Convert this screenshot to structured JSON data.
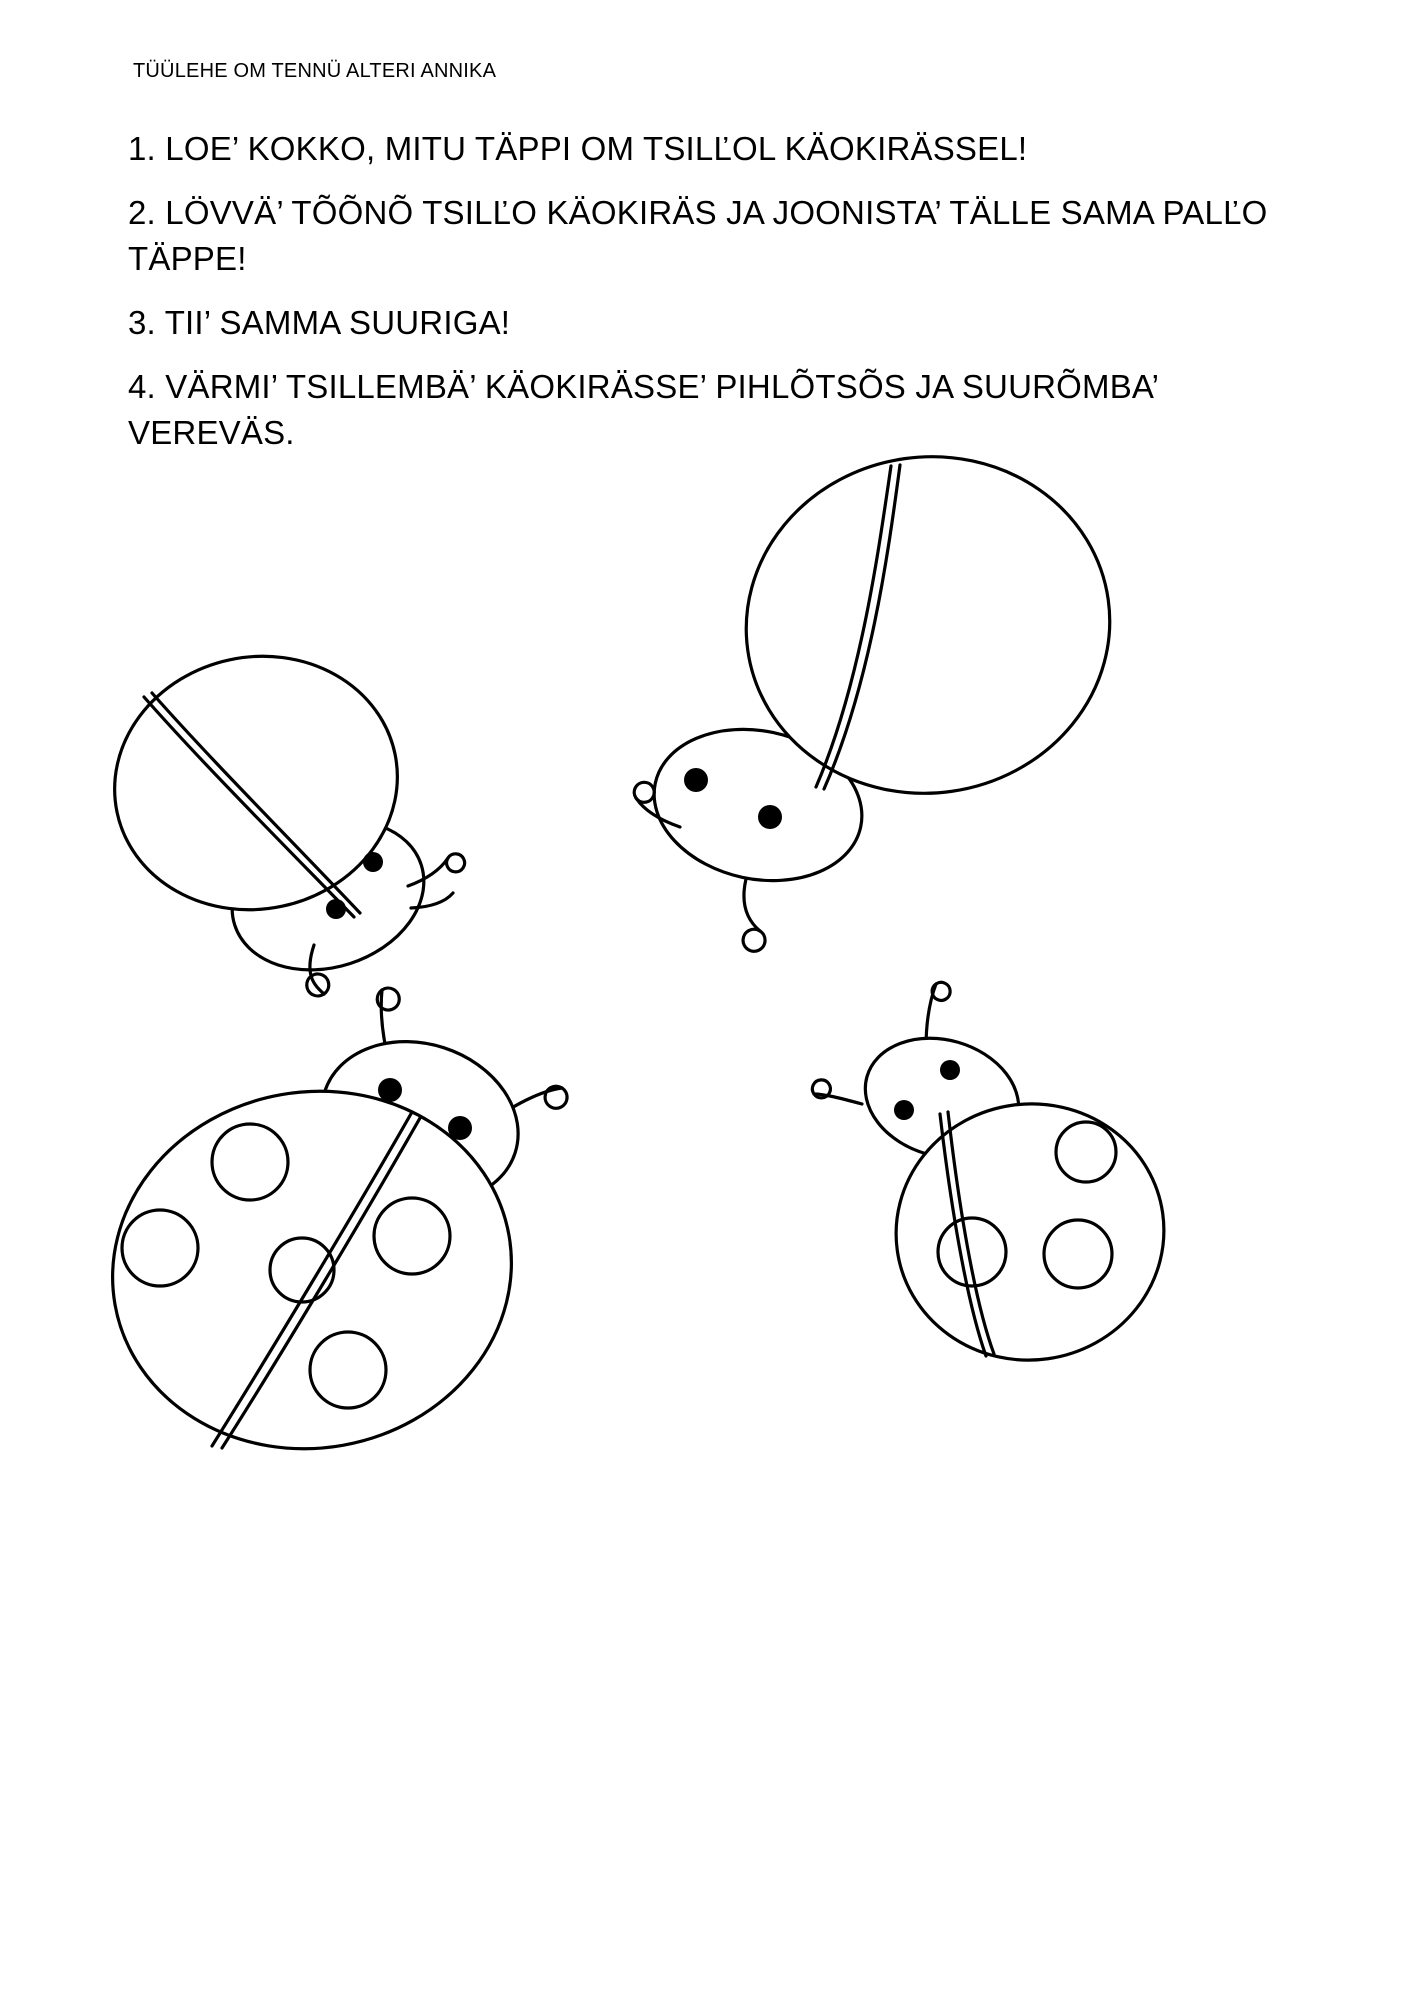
{
  "document": {
    "header": "TÜÜLEHE OM TENNÜ ALTERI ANNIKA",
    "language": "Võro (South Estonian)",
    "background_color": "#ffffff",
    "ink_color": "#000000"
  },
  "instructions": [
    {
      "number": "1.",
      "text": "1. LOE’ KOKKO, MITU TÄPPI OM TSILĽOL KÄOKIRÄSSEL!"
    },
    {
      "number": "2.",
      "text": "2. LÖVVÄ’ TÕÕNÕ TSILĽO KÄOKIRÄS JA JOONISTA’ TÄLLE SAMA PALĽO TÄPPE!"
    },
    {
      "number": "3.",
      "text": "3. TII’ SAMMA SUURIGA!"
    },
    {
      "number": "4.",
      "text": "4. VÄRMI’ TSILLEMBÄ’ KÄOKIRÄSSE’ PIHLÕTSÕS JA SUURÕMBA’ VEREVÄS."
    }
  ],
  "figures": {
    "caption": "four ladybug line drawings",
    "items": [
      {
        "name": "ladybug-top-left",
        "size": "small",
        "spots_on_shell": 0,
        "spots_on_head": 2,
        "description": "small blank ladybug, shell empty, two eye dots"
      },
      {
        "name": "ladybug-top-right",
        "size": "large",
        "spots_on_shell": 0,
        "spots_on_head": 2,
        "description": "large blank ladybug, shell empty, two eye dots"
      },
      {
        "name": "ladybug-bottom-left",
        "size": "large",
        "spots_on_shell": 5,
        "spots_on_head": 2,
        "description": "large ladybug with five spots drawn on the shell"
      },
      {
        "name": "ladybug-bottom-right",
        "size": "small",
        "spots_on_shell": 3,
        "spots_on_head": 2,
        "description": "small ladybug with three spots drawn on the shell"
      }
    ]
  }
}
